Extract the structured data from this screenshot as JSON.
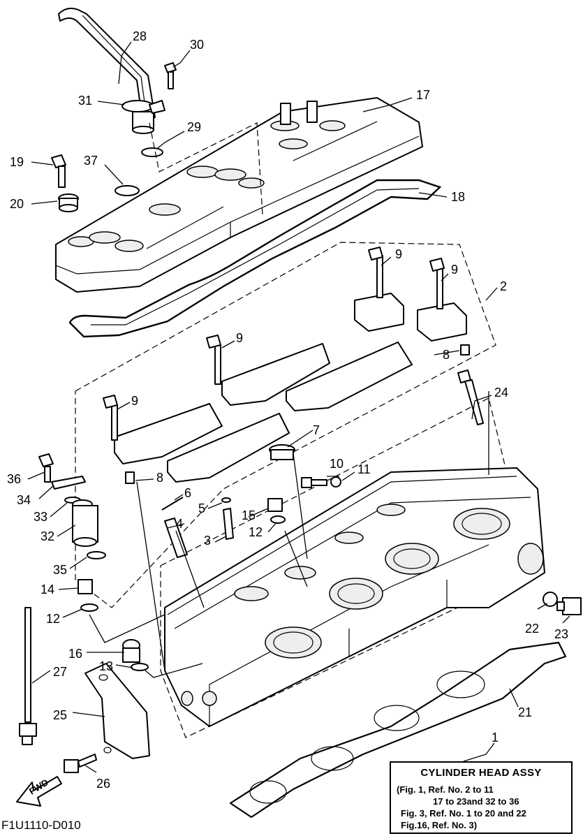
{
  "figure_code": "F1U1110-D010",
  "fwd_label": "FWD",
  "reference_box": {
    "title": "CYLINDER HEAD ASSY",
    "lines": [
      "(Fig. 1, Ref. No. 2 to 11",
      "17 to 23and 32 to 36",
      "Fig. 3, Ref. No. 1 to 20 and 22",
      "Fig.16, Ref. No. 3)"
    ]
  },
  "callouts": [
    {
      "id": "c28",
      "text": "28"
    },
    {
      "id": "c30",
      "text": "30"
    },
    {
      "id": "c17",
      "text": "17"
    },
    {
      "id": "c31",
      "text": "31"
    },
    {
      "id": "c29",
      "text": "29"
    },
    {
      "id": "c19",
      "text": "19"
    },
    {
      "id": "c37",
      "text": "37"
    },
    {
      "id": "c20",
      "text": "20"
    },
    {
      "id": "c18",
      "text": "18"
    },
    {
      "id": "c9a",
      "text": "9"
    },
    {
      "id": "c9b",
      "text": "9"
    },
    {
      "id": "c2",
      "text": "2"
    },
    {
      "id": "c9c",
      "text": "9"
    },
    {
      "id": "c8a",
      "text": "8"
    },
    {
      "id": "c24",
      "text": "24"
    },
    {
      "id": "c9d",
      "text": "9"
    },
    {
      "id": "c7",
      "text": "7"
    },
    {
      "id": "c36",
      "text": "36"
    },
    {
      "id": "c8b",
      "text": "8"
    },
    {
      "id": "c10",
      "text": "10"
    },
    {
      "id": "c11",
      "text": "11"
    },
    {
      "id": "c34",
      "text": "34"
    },
    {
      "id": "c6",
      "text": "6"
    },
    {
      "id": "c33",
      "text": "33"
    },
    {
      "id": "c5",
      "text": "5"
    },
    {
      "id": "c15",
      "text": "15"
    },
    {
      "id": "c4",
      "text": "4"
    },
    {
      "id": "c32",
      "text": "32"
    },
    {
      "id": "c3",
      "text": "3"
    },
    {
      "id": "c12a",
      "text": "12"
    },
    {
      "id": "c35",
      "text": "35"
    },
    {
      "id": "c14",
      "text": "14"
    },
    {
      "id": "c12b",
      "text": "12"
    },
    {
      "id": "c22",
      "text": "22"
    },
    {
      "id": "c23",
      "text": "23"
    },
    {
      "id": "c16",
      "text": "16"
    },
    {
      "id": "c13",
      "text": "13"
    },
    {
      "id": "c27",
      "text": "27"
    },
    {
      "id": "c25",
      "text": "25"
    },
    {
      "id": "c21",
      "text": "21"
    },
    {
      "id": "c1",
      "text": "1"
    },
    {
      "id": "c26",
      "text": "26"
    }
  ]
}
